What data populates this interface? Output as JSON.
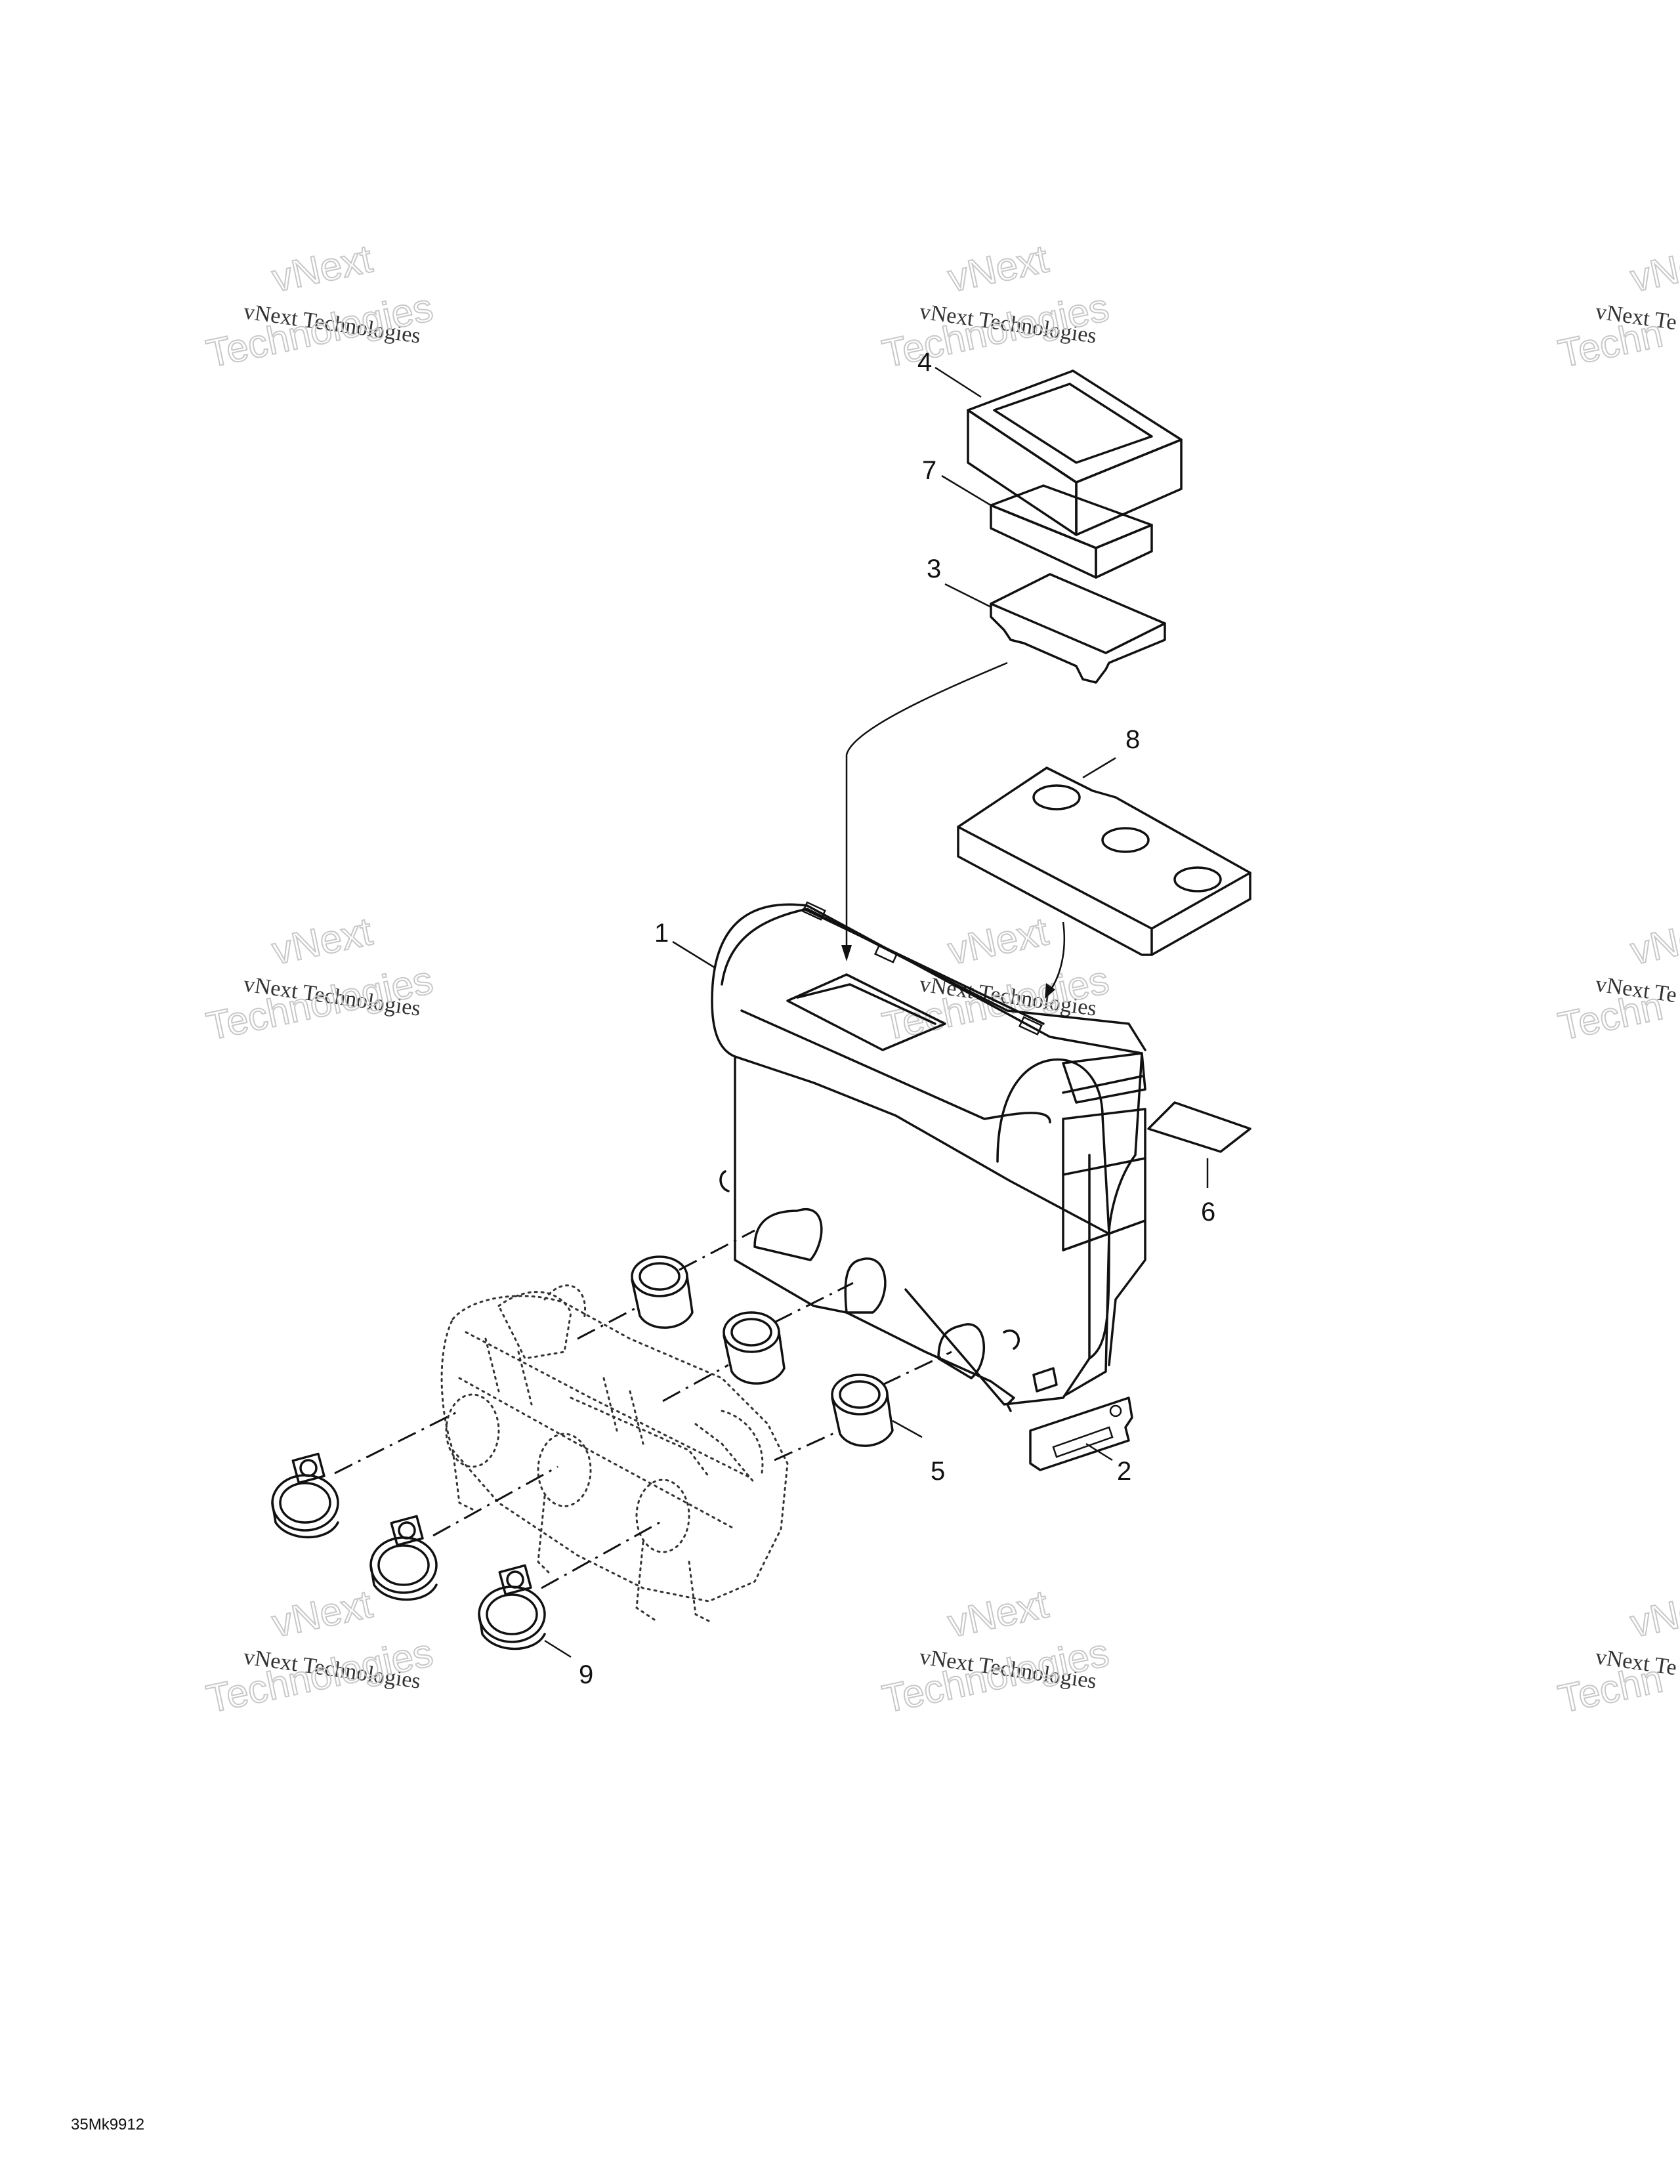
{
  "diagram": {
    "part_callouts": [
      "1",
      "2",
      "3",
      "4",
      "5",
      "6",
      "7",
      "8",
      "9"
    ],
    "reference_code": "35Mk9912"
  },
  "watermark": {
    "line_small": "vNext Technologies",
    "outline_top": "vNext",
    "outline_bottom": "Technologies",
    "clipped_small": "vNext Te",
    "clipped_outline_top": "vNe",
    "clipped_outline_bottom": "Techn"
  }
}
